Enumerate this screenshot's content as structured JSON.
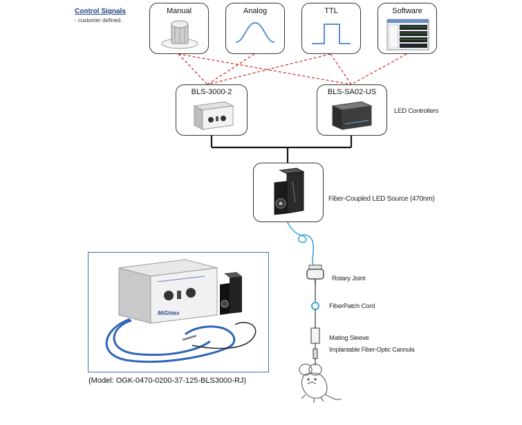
{
  "control_signals": {
    "title": "Control Signals",
    "note": "- customer defined."
  },
  "signal_sources": [
    {
      "label": "Manual",
      "icon": "knob-icon"
    },
    {
      "label": "Analog",
      "icon": "sine-wave-icon"
    },
    {
      "label": "TTL",
      "icon": "square-pulse-icon"
    },
    {
      "label": "Software",
      "icon": "software-window-icon"
    }
  ],
  "controllers": [
    {
      "label": "BLS-3000-2",
      "icon": "controller-box-icon"
    },
    {
      "label": "BLS-SA02-US",
      "icon": "controller-box-icon"
    }
  ],
  "controllers_caption": "LED Controllers",
  "led_source": {
    "label": "Fiber-Coupled LED Source (470nm)",
    "icon": "led-source-icon"
  },
  "fiber_chain": [
    {
      "label": "Rotary Joint",
      "icon": "rotary-joint-icon"
    },
    {
      "label": "FiberPatch Cord",
      "icon": "patch-cord-icon"
    },
    {
      "label": "Mating Sleeve",
      "icon": "mating-sleeve-icon"
    },
    {
      "label": "Implantable Fiber-Optic Cannula",
      "icon": "cannula-icon"
    }
  ],
  "photo": {
    "brand": "MiGhtex",
    "caption": "(Model: OGK-0470-0200-37-125-BLS3000-RJ)",
    "icon": "product-photo-icon"
  },
  "colors": {
    "signal_link": "#d22020",
    "bus_line": "#111111",
    "fiber": "#3aa5d8",
    "photo_border": "#3b72b8"
  }
}
